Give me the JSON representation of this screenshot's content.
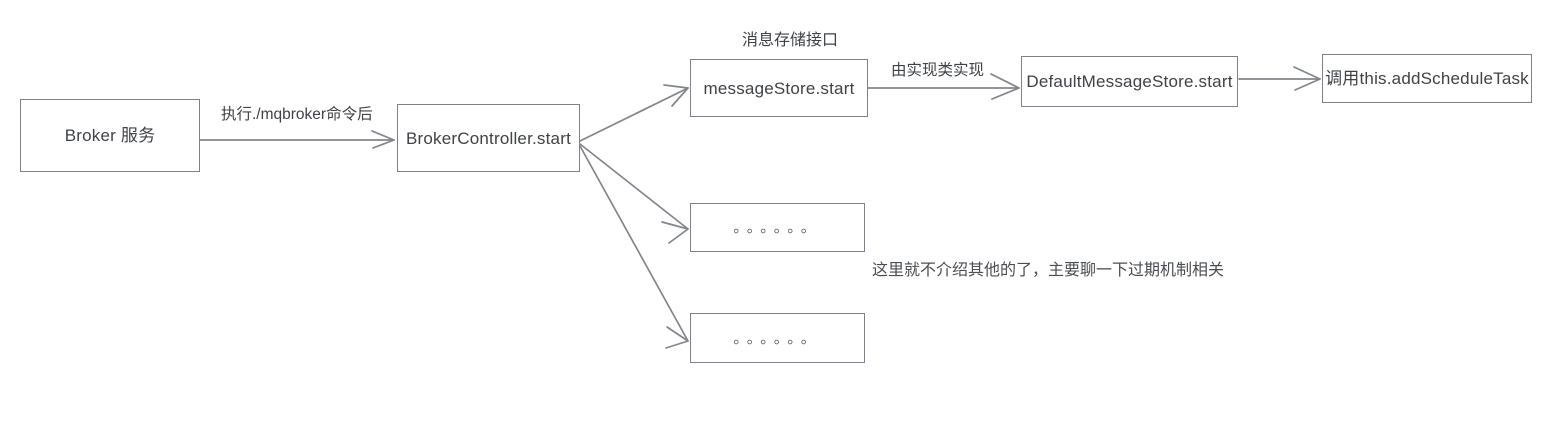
{
  "diagram": {
    "title_note": "这里就不介绍其他的了，主要聊一下过期机制相关",
    "nodes": [
      {
        "id": "broker-service",
        "label": "Broker 服务"
      },
      {
        "id": "broker-controller-start",
        "label": "BrokerController.start"
      },
      {
        "id": "message-store-start",
        "label": "messageStore.start"
      },
      {
        "id": "default-message-store-start",
        "label": "DefaultMessageStore.start"
      },
      {
        "id": "add-schedule-task",
        "label": "调用this.addScheduleTask"
      },
      {
        "id": "ellipsis-box-1",
        "label": "。。。。。。"
      },
      {
        "id": "ellipsis-box-2",
        "label": "。。。。。。"
      }
    ],
    "captions": [
      {
        "id": "message-store-interface",
        "text": "消息存储接口"
      }
    ],
    "edge_labels": [
      {
        "id": "run-mqbroker",
        "text": "执行./mqbroker命令后"
      },
      {
        "id": "implemented-by-class",
        "text": "由实现类实现"
      }
    ],
    "colors": {
      "stroke": "#82868c",
      "box_border": "#7e8288",
      "text": "#3f4246",
      "background": "#ffffff"
    }
  }
}
